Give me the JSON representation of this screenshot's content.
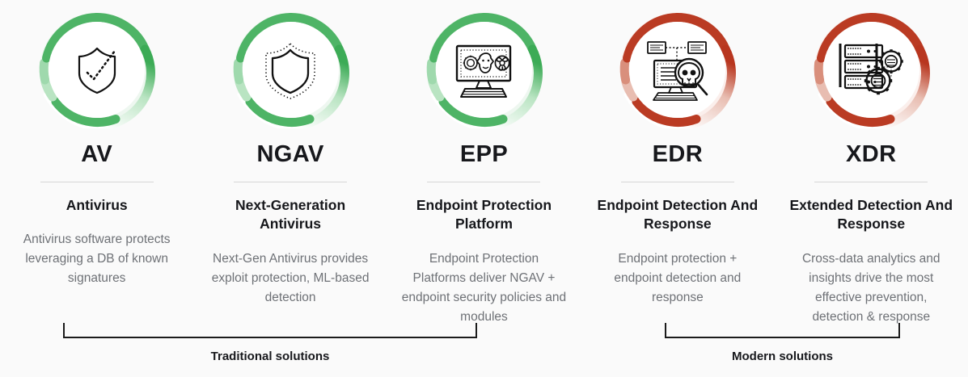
{
  "background_color": "#fafafa",
  "palette": {
    "green_strong": "#3cab56",
    "green_mid": "#5cbf72",
    "green_faint": "#d9efdd",
    "red_strong": "#b8361f",
    "red_mid": "#c2533a",
    "red_faint": "#f3dcd6",
    "ring_track": "#ffffff",
    "acronym_text": "#17181c",
    "title_text": "#16171b",
    "body_text": "#6e7176",
    "divider": "#d6d6d6",
    "bracket": "#1b1b1b"
  },
  "columns": [
    {
      "acronym": "AV",
      "full_name": "Antivirus",
      "description": "Antivirus software protects leveraging a DB of known signatures",
      "ring_color": "green",
      "icon_name": "shield-check-icon"
    },
    {
      "acronym": "NGAV",
      "full_name": "Next-Generation Antivirus",
      "description": "Next-Gen Antivirus provides exploit protection, ML-based detection",
      "ring_color": "green",
      "icon_name": "shield-dotted-icon"
    },
    {
      "acronym": "EPP",
      "full_name": "Endpoint Protection Platform",
      "description": "Endpoint Protection Platforms deliver NGAV + endpoint security policies and modules",
      "ring_color": "green",
      "icon_name": "desktop-malware-icon"
    },
    {
      "acronym": "EDR",
      "full_name": "Endpoint Detection And Response",
      "description": "Endpoint protection + endpoint detection and response",
      "ring_color": "red",
      "icon_name": "desktop-skull-magnifier-icon"
    },
    {
      "acronym": "XDR",
      "full_name": "Extended Detection And Response",
      "description": "Cross-data analytics and insights drive the most effective prevention, detection & response",
      "ring_color": "red",
      "icon_name": "server-rack-gears-icon"
    }
  ],
  "brackets": [
    {
      "label": "Traditional solutions",
      "spans": [
        "AV",
        "NGAV",
        "EPP"
      ]
    },
    {
      "label": "Modern solutions",
      "spans": [
        "EDR",
        "XDR"
      ]
    }
  ]
}
